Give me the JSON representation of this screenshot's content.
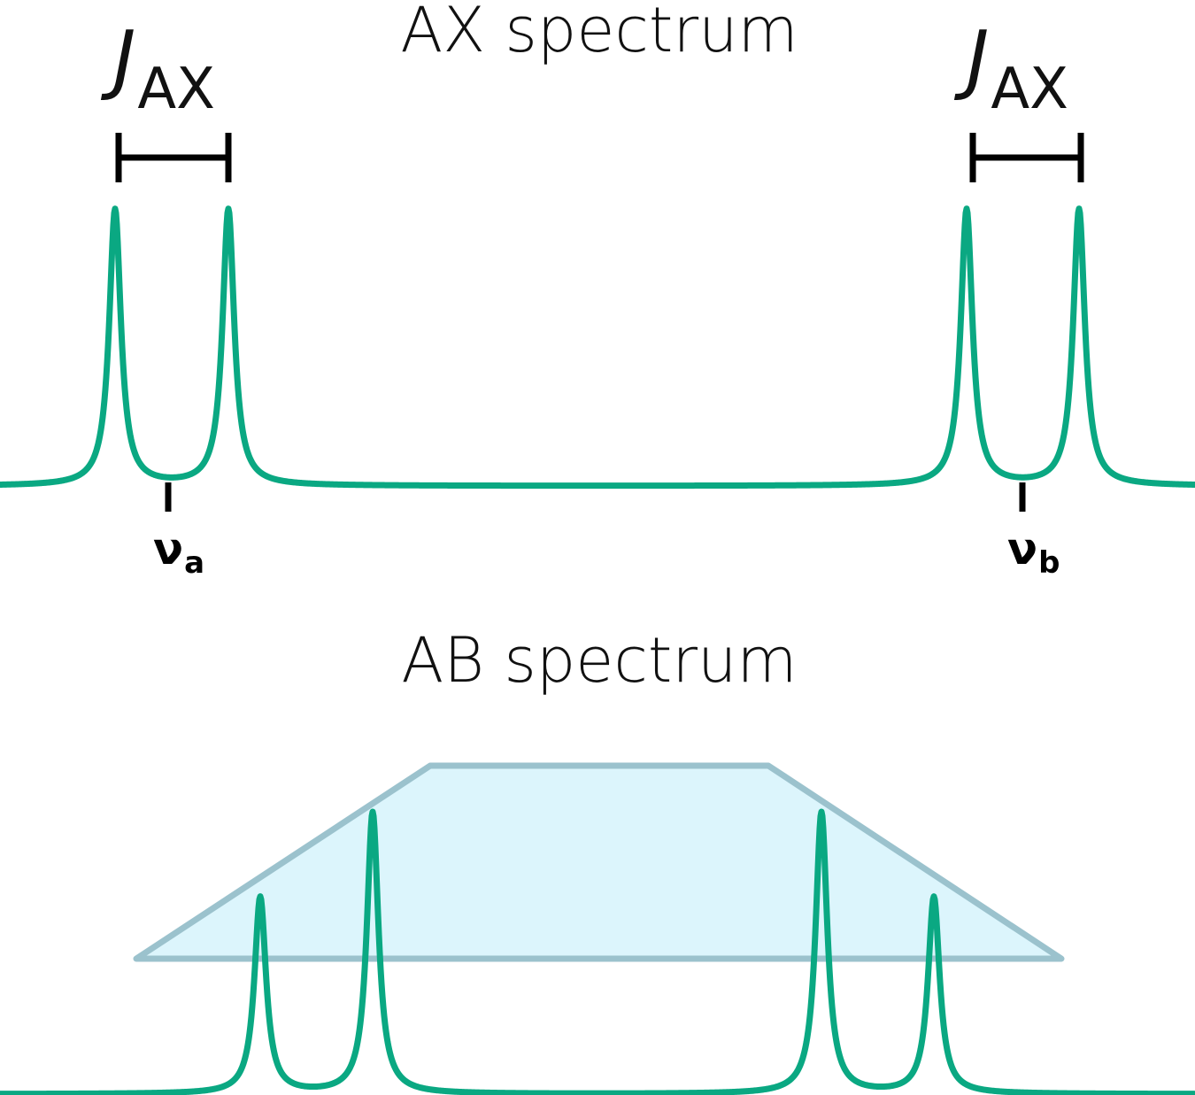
{
  "ax_spectrum": {
    "title": "AX spectrum",
    "coupling_label_left": {
      "letter": "J",
      "subscript": "AX"
    },
    "coupling_label_right": {
      "letter": "J",
      "subscript": "AX"
    },
    "shift_label_a": {
      "symbol": "ν",
      "subscript": "a"
    },
    "shift_label_b": {
      "symbol": "ν",
      "subscript": "b"
    }
  },
  "ab_spectrum": {
    "title": "AB spectrum"
  },
  "colors": {
    "trace": "#0aa882",
    "roof_fill": "#dcf5fc",
    "roof_stroke": "#9bc2cd",
    "text": "#111111"
  }
}
